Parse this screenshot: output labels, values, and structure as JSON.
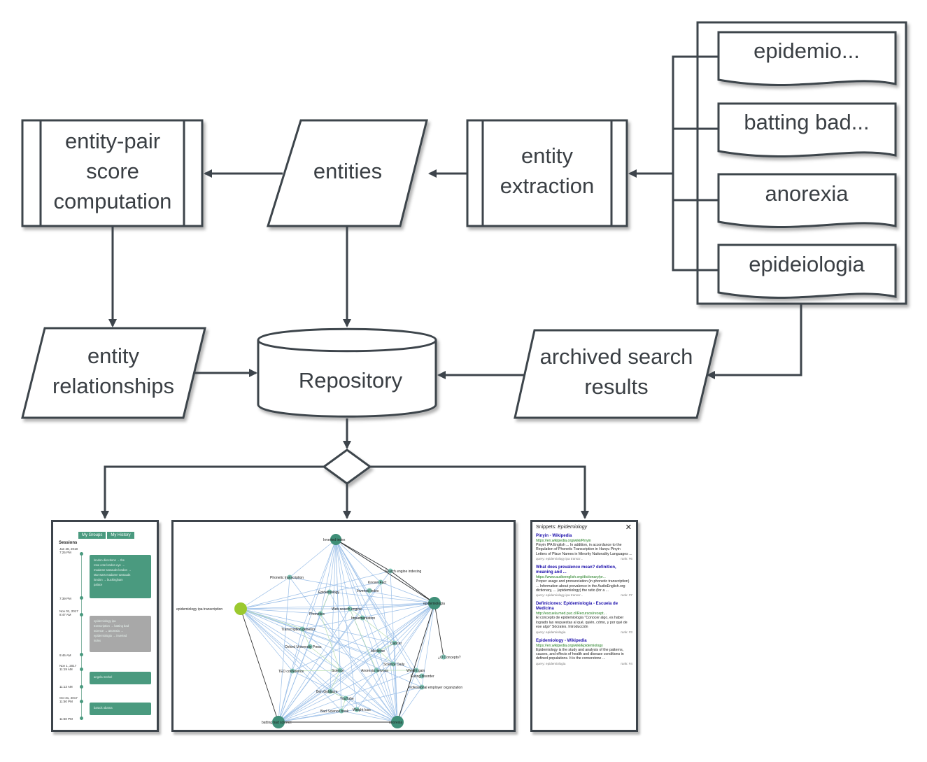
{
  "nodes": {
    "doc1": "epidemio...",
    "doc2": "batting bad...",
    "doc3": "anorexia",
    "doc4": "epideiologia",
    "extraction": [
      "entity",
      "extraction"
    ],
    "entities": "entities",
    "pair_score": [
      "entity-pair",
      "score",
      "computation"
    ],
    "relationships": [
      "entity",
      "relationships"
    ],
    "repository": "Repository",
    "archived": [
      "archived search",
      "results"
    ]
  },
  "sessions_panel": {
    "tabs": [
      "My Groups",
      "My History"
    ],
    "heading": "Sessions",
    "times": [
      "Jan 28, 2018\n7:25 PM",
      "7:39 PM",
      "Nov 01, 2017\n8:47 AM",
      "9:46 AM",
      "Nov 1, 2017\n11:19 AM",
      "11:13 AM",
      "Oct 31, 2017\n11:50 PM",
      "11:50 PM"
    ],
    "cards": [
      [
        "london directions → the",
        "rose cote london eye →",
        "madame tussauds london →",
        "star wars madame tussauds",
        "london → buckingham",
        "palace"
      ],
      [
        "epidemiology ipa",
        "transcription → batting bad",
        "science → anorexia →",
        "epidemiologia → inverted",
        "index"
      ],
      [
        "angela merkel"
      ],
      [
        "barack obama"
      ]
    ]
  },
  "graph": {
    "labels": [
      "Inverted index",
      "Search engine indexing",
      "Known Fact",
      "Inverted index",
      "Phonetic transcription",
      "Epidemiology",
      "epidemiology ipa transcription",
      "Web search engine",
      "Phonetics",
      "Implementation",
      "epidemiologia",
      "Transcription genetics",
      "Oxford University Press",
      "Cancer",
      "Medicine",
      "¿O Concepto?",
      "TED conference",
      "Science",
      "Anorexia nervosa",
      "Science Daily",
      "Weight gain",
      "Eating disorder",
      "Professional employer organization",
      "Ben Goldacre",
      "YouTube",
      "Bad Science book",
      "Weight loss",
      "batting bad science",
      "anorexia"
    ]
  },
  "snippets_panel": {
    "title_prefix": "Snippets: ",
    "title_topic": "Epidemiology",
    "close": "✕",
    "items": [
      {
        "head": "Pinyin - Wikipedia",
        "url": "https://en.wikipedia.org/wiki/Pinyin",
        "body": "Pinyin IPA English ... In addition, in accordance to the Regulation of Phonetic Transcription in Hanyu Pinyin Letters of Place Names in Minority Nationality Languages ...",
        "query": "query: epidemiology ipa transcr...",
        "rank": "rank: #6"
      },
      {
        "head": "What does prevalence mean? definition, meaning and ...",
        "url": "https://www.audioenglish.org/dictionary/pr...",
        "body": "Proper usage and pronunciation (in phonetic transcription) ... Information about prevalence in the AudioEnglish.org dictionary, ... (epidemiology) the ratio (for a ...",
        "query": "query: epidemiology ipa transcr...",
        "rank": "rank: #7"
      },
      {
        "head": "Definiciones: Epidemiología - Escuela de Medicina",
        "url": "http://escuela.med.puc.cl/Recursos/recept...",
        "body": "El concepto de epidemiología \"Conocer algo, es haber logrado las respuestas al qué, quién, cómo, y por qué de ese algo\" Sócrates. Introducción",
        "query": "query: epidemiologia",
        "rank": "rank: #3"
      },
      {
        "head": "Epidemiology - Wikipedia",
        "url": "https://en.wikipedia.org/wiki/Epidemiology",
        "body": "Epidemiology is the study and analysis of the patterns, causes, and effects of health and disease conditions in defined populations. It is the cornerstone ...",
        "query": "query: epidemiologia",
        "rank": "rank: #4"
      }
    ]
  }
}
